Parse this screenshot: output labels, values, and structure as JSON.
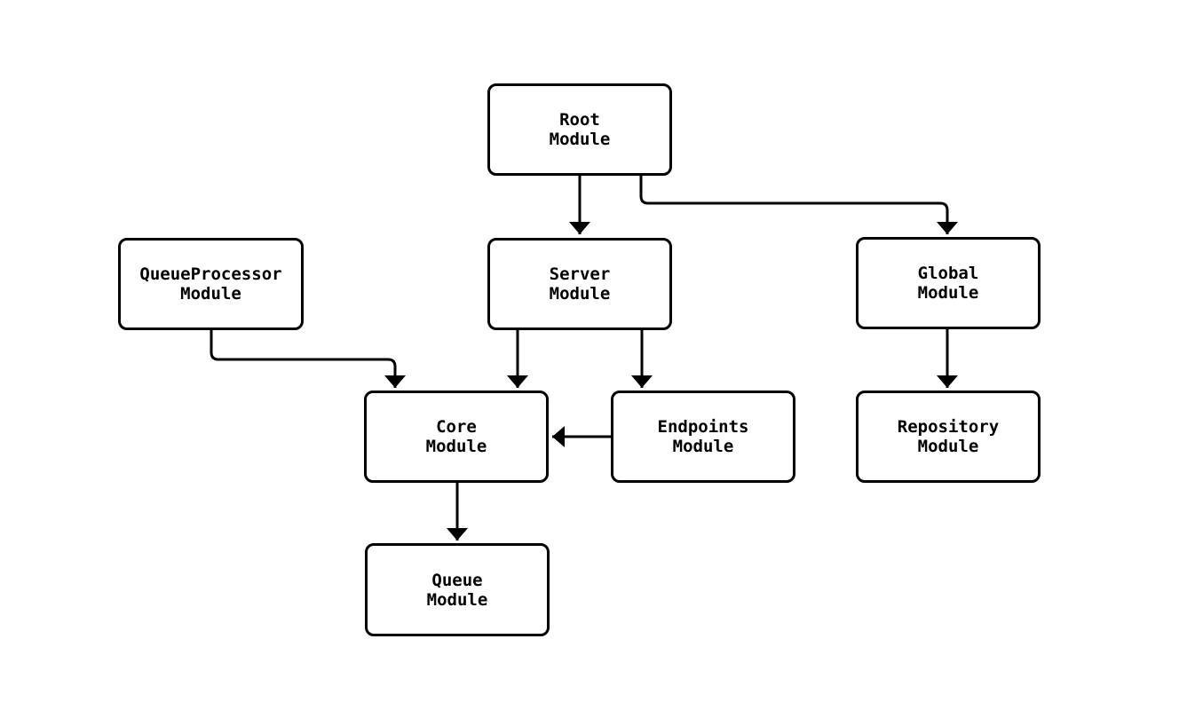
{
  "diagram": {
    "type": "flowchart",
    "background_color": "#ffffff",
    "colors": {
      "node_fill": "#ffffff",
      "node_border": "#000000",
      "edge": "#000000",
      "text": "#000000"
    },
    "nodes": [
      {
        "id": "root",
        "label": "Root\nModule"
      },
      {
        "id": "queueprocessor",
        "label": "QueueProcessor\nModule"
      },
      {
        "id": "server",
        "label": "Server\nModule"
      },
      {
        "id": "global",
        "label": "Global\nModule"
      },
      {
        "id": "core",
        "label": "Core\nModule"
      },
      {
        "id": "endpoints",
        "label": "Endpoints\nModule"
      },
      {
        "id": "repository",
        "label": "Repository\nModule"
      },
      {
        "id": "queue",
        "label": "Queue\nModule"
      }
    ],
    "edges": [
      {
        "from": "root",
        "to": "server"
      },
      {
        "from": "root",
        "to": "global"
      },
      {
        "from": "queueprocessor",
        "to": "core"
      },
      {
        "from": "server",
        "to": "core"
      },
      {
        "from": "server",
        "to": "endpoints"
      },
      {
        "from": "endpoints",
        "to": "core"
      },
      {
        "from": "global",
        "to": "repository"
      },
      {
        "from": "core",
        "to": "queue"
      }
    ]
  }
}
